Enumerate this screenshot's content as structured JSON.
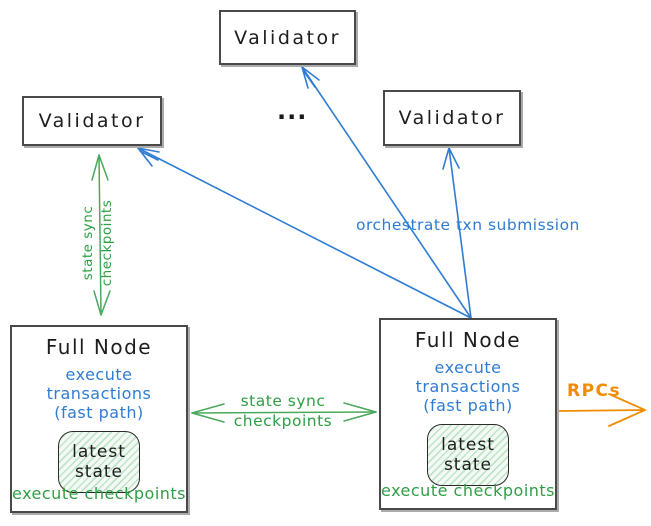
{
  "colors": {
    "green": "#2f9e44",
    "blue": "#2f7cd3",
    "orange": "#f08c00",
    "box_border": "#494949"
  },
  "validators": {
    "top": "Validator",
    "left": "Validator",
    "right": "Validator",
    "ellipsis": "..."
  },
  "full_nodes": {
    "left": {
      "title": "Full Node",
      "blue_line1": "execute transactions",
      "blue_line2": "(fast path)",
      "state": "latest\nstate",
      "green": "execute checkpoints"
    },
    "right": {
      "title": "Full Node",
      "blue_line1": "execute transactions",
      "blue_line2": "(fast path)",
      "state": "latest\nstate",
      "green": "execute checkpoints"
    }
  },
  "labels": {
    "vertical_sync": {
      "line1": "state sync",
      "line2": "checkpoints"
    },
    "horizontal_sync": {
      "line1": "state sync",
      "line2": "checkpoints"
    },
    "orchestrate": "orchestrate txn submission",
    "rpcs": "RPCs"
  }
}
